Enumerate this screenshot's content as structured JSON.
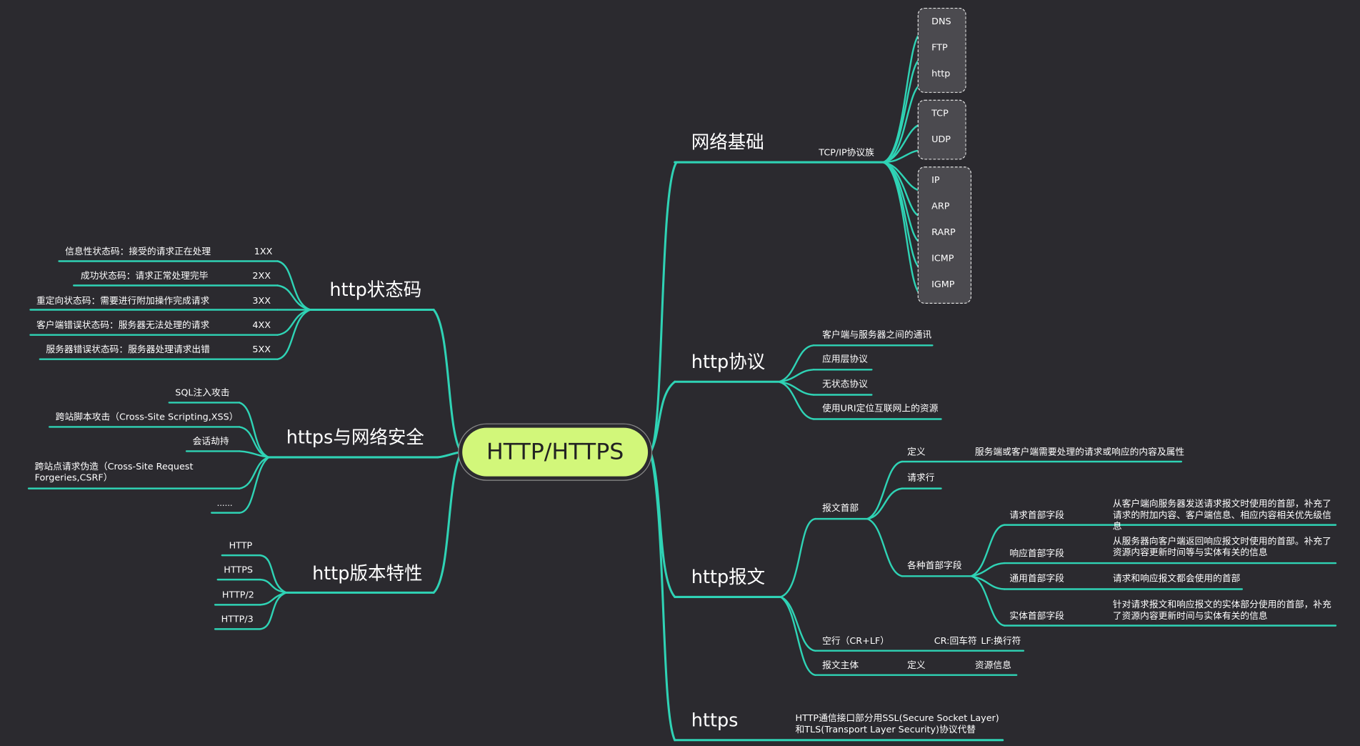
{
  "root": "HTTP/HTTPS",
  "wangluo": {
    "title": "网络基础",
    "tcpip": "TCP/IP协议族",
    "app_layer": [
      "DNS",
      "FTP",
      "http"
    ],
    "transport_layer": [
      "TCP",
      "UDP"
    ],
    "network_layer": [
      "IP",
      "ARP",
      "RARP",
      "ICMP",
      "IGMP"
    ]
  },
  "protocol": {
    "title": "http协议",
    "items": [
      "客户端与服务器之间的通讯",
      "应用层协议",
      "无状态协议",
      "使用URI定位互联网上的资源"
    ]
  },
  "message": {
    "title": "http报文",
    "header": "报文首部",
    "def_label": "定义",
    "def_text": "服务端或客户端需要处理的请求或响应的内容及属性",
    "req_line": "请求行",
    "fields": "各种首部字段",
    "field_items": [
      {
        "name": "请求首部字段",
        "desc": "从客户端向服务器发送请求报文时使用的首部，补充了请求的附加内容、客户端信息、相应内容相关优先级信息"
      },
      {
        "name": "响应首部字段",
        "desc": "从服务器向客户端返回响应报文时使用的首部。补充了资源内容更新时间等与实体有关的信息"
      },
      {
        "name": "通用首部字段",
        "desc": "请求和响应报文都会使用的首部"
      },
      {
        "name": "实体首部字段",
        "desc": "针对请求报文和响应报文的实体部分使用的首部，补充了资源内容更新时间与实体有关的信息"
      }
    ],
    "blank_line": "空行（CR+LF）",
    "cr": "CR:回车符",
    "lf": "LF:换行符",
    "body": "报文主体",
    "body_def": "定义",
    "body_info": "资源信息"
  },
  "https": {
    "title": "https",
    "desc": "HTTP通信接口部分用SSL(Secure Socket Layer) 和TLS(Transport Layer Security)协议代替"
  },
  "status": {
    "title": "http状态码",
    "items": [
      {
        "code": "1XX",
        "desc": "信息性状态码：接受的请求正在处理"
      },
      {
        "code": "2XX",
        "desc": "成功状态码：请求正常处理完毕"
      },
      {
        "code": "3XX",
        "desc": "重定向状态码：需要进行附加操作完成请求"
      },
      {
        "code": "4XX",
        "desc": "客户端错误状态码：服务器无法处理的请求"
      },
      {
        "code": "5XX",
        "desc": "服务器错误状态码：服务器处理请求出错"
      }
    ]
  },
  "security": {
    "title": "https与网络安全",
    "items": [
      "SQL注入攻击",
      "跨站脚本攻击（Cross-Site Scripting,XSS）",
      "会话劫持",
      "跨站点请求伪造（Cross-Site Request Forgeries,CSRF）",
      "......"
    ]
  },
  "versions": {
    "title": "http版本特性",
    "items": [
      "HTTP",
      "HTTPS",
      "HTTP/2",
      "HTTP/3"
    ]
  },
  "colors": {
    "line": "#2fd3b5",
    "root_fill": "#d2f77a",
    "background": "#2b2a2f",
    "group_fill": "#4b4a4f"
  }
}
